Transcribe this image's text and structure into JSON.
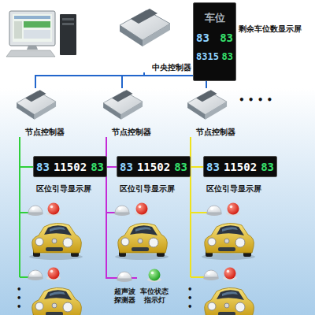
{
  "diagram": {
    "nodes": [
      {
        "text": [
          "中央控制器"
        ]
      },
      {
        "text": [
          "车位",
          "83",
          "83",
          "8315",
          "83",
          "剩余车位数显示屏"
        ]
      },
      {
        "text": [
          "节点控制器"
        ]
      },
      {
        "text": [
          "节点控制器"
        ]
      },
      {
        "text": [
          "节点控制器"
        ]
      },
      {
        "text": [
          "83",
          "11502",
          "83",
          "区位引导显示屏"
        ]
      },
      {
        "text": [
          "83",
          "11502",
          "83",
          "区位引导显示屏"
        ]
      },
      {
        "text": [
          "83",
          "11502",
          "83",
          "区位引导显示屏"
        ]
      },
      {
        "text": [
          "超声波 探测器"
        ]
      },
      {
        "text": [
          "车位状态 指示灯"
        ]
      }
    ],
    "edges": [
      {
        "from": 0,
        "to": 2,
        "arrow": "none"
      },
      {
        "from": 0,
        "to": 3,
        "arrow": "none"
      },
      {
        "from": 0,
        "to": 4,
        "arrow": "none"
      },
      {
        "from": 2,
        "to": 5,
        "arrow": "none"
      },
      {
        "from": 3,
        "to": 6,
        "arrow": "none"
      },
      {
        "from": 4,
        "to": 7,
        "arrow": "none"
      },
      {
        "from": 3,
        "to": 8,
        "arrow": "none"
      },
      {
        "from": 3,
        "to": 9,
        "arrow": "none"
      }
    ],
    "labels": [
      "• • • •",
      "• • •",
      "• • •"
    ]
  }
}
